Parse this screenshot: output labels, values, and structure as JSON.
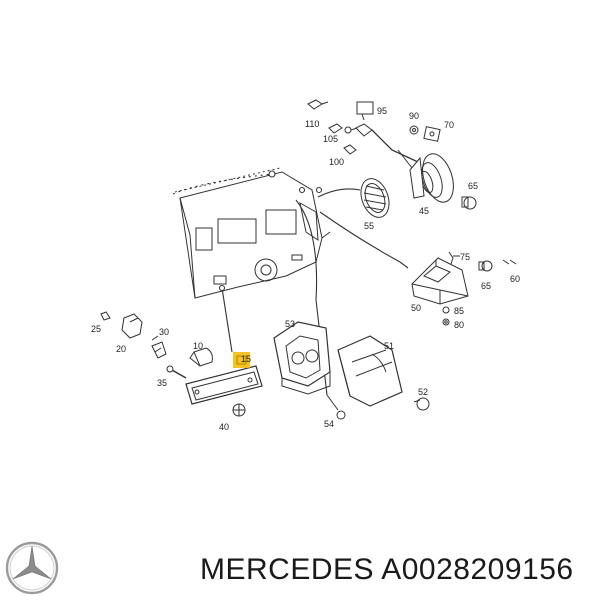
{
  "caption": {
    "brand": "MERCEDES",
    "part_number": "A0028209156",
    "brand_logo_icon": "mercedes-star-icon"
  },
  "callouts": {
    "c110": "110",
    "c95": "95",
    "c105": "105",
    "c100": "100",
    "c90": "90",
    "c70": "70",
    "c65a": "65",
    "c45": "45",
    "c55": "55",
    "c75": "75",
    "c65b": "65",
    "c60": "60",
    "c50": "50",
    "c85": "85",
    "c80": "80",
    "c25": "25",
    "c20": "20",
    "c30": "30",
    "c10": "10",
    "c15": "15",
    "c35": "35",
    "c40": "40",
    "c53": "53",
    "c51": "51",
    "c54": "54",
    "c52": "52"
  },
  "colors": {
    "line": "#333333",
    "highlight": "#f2b800",
    "text": "#1a1a1a",
    "part_fill": "#ffffff",
    "part_shade": "#d9d9d9"
  }
}
